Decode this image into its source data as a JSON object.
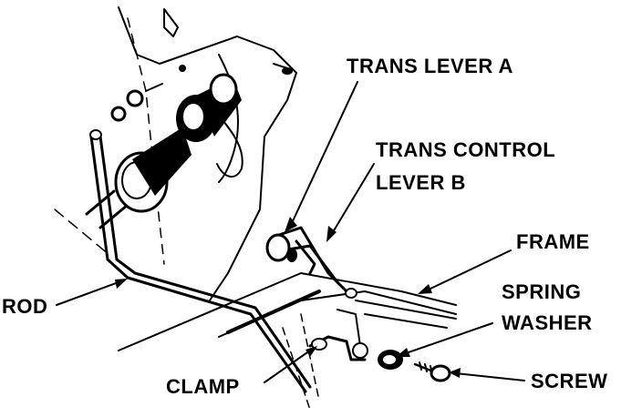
{
  "labels": {
    "trans_lever_a": "TRANS LEVER A",
    "trans_control_line1": "TRANS CONTROL",
    "trans_control_line2": "LEVER B",
    "frame": "FRAME",
    "spring_line1": "SPRING",
    "spring_line2": "WASHER",
    "rod": "ROD",
    "clamp": "CLAMP",
    "screw": "SCREW"
  },
  "colors": {
    "ink": "#000000",
    "paper": "#ffffff"
  }
}
